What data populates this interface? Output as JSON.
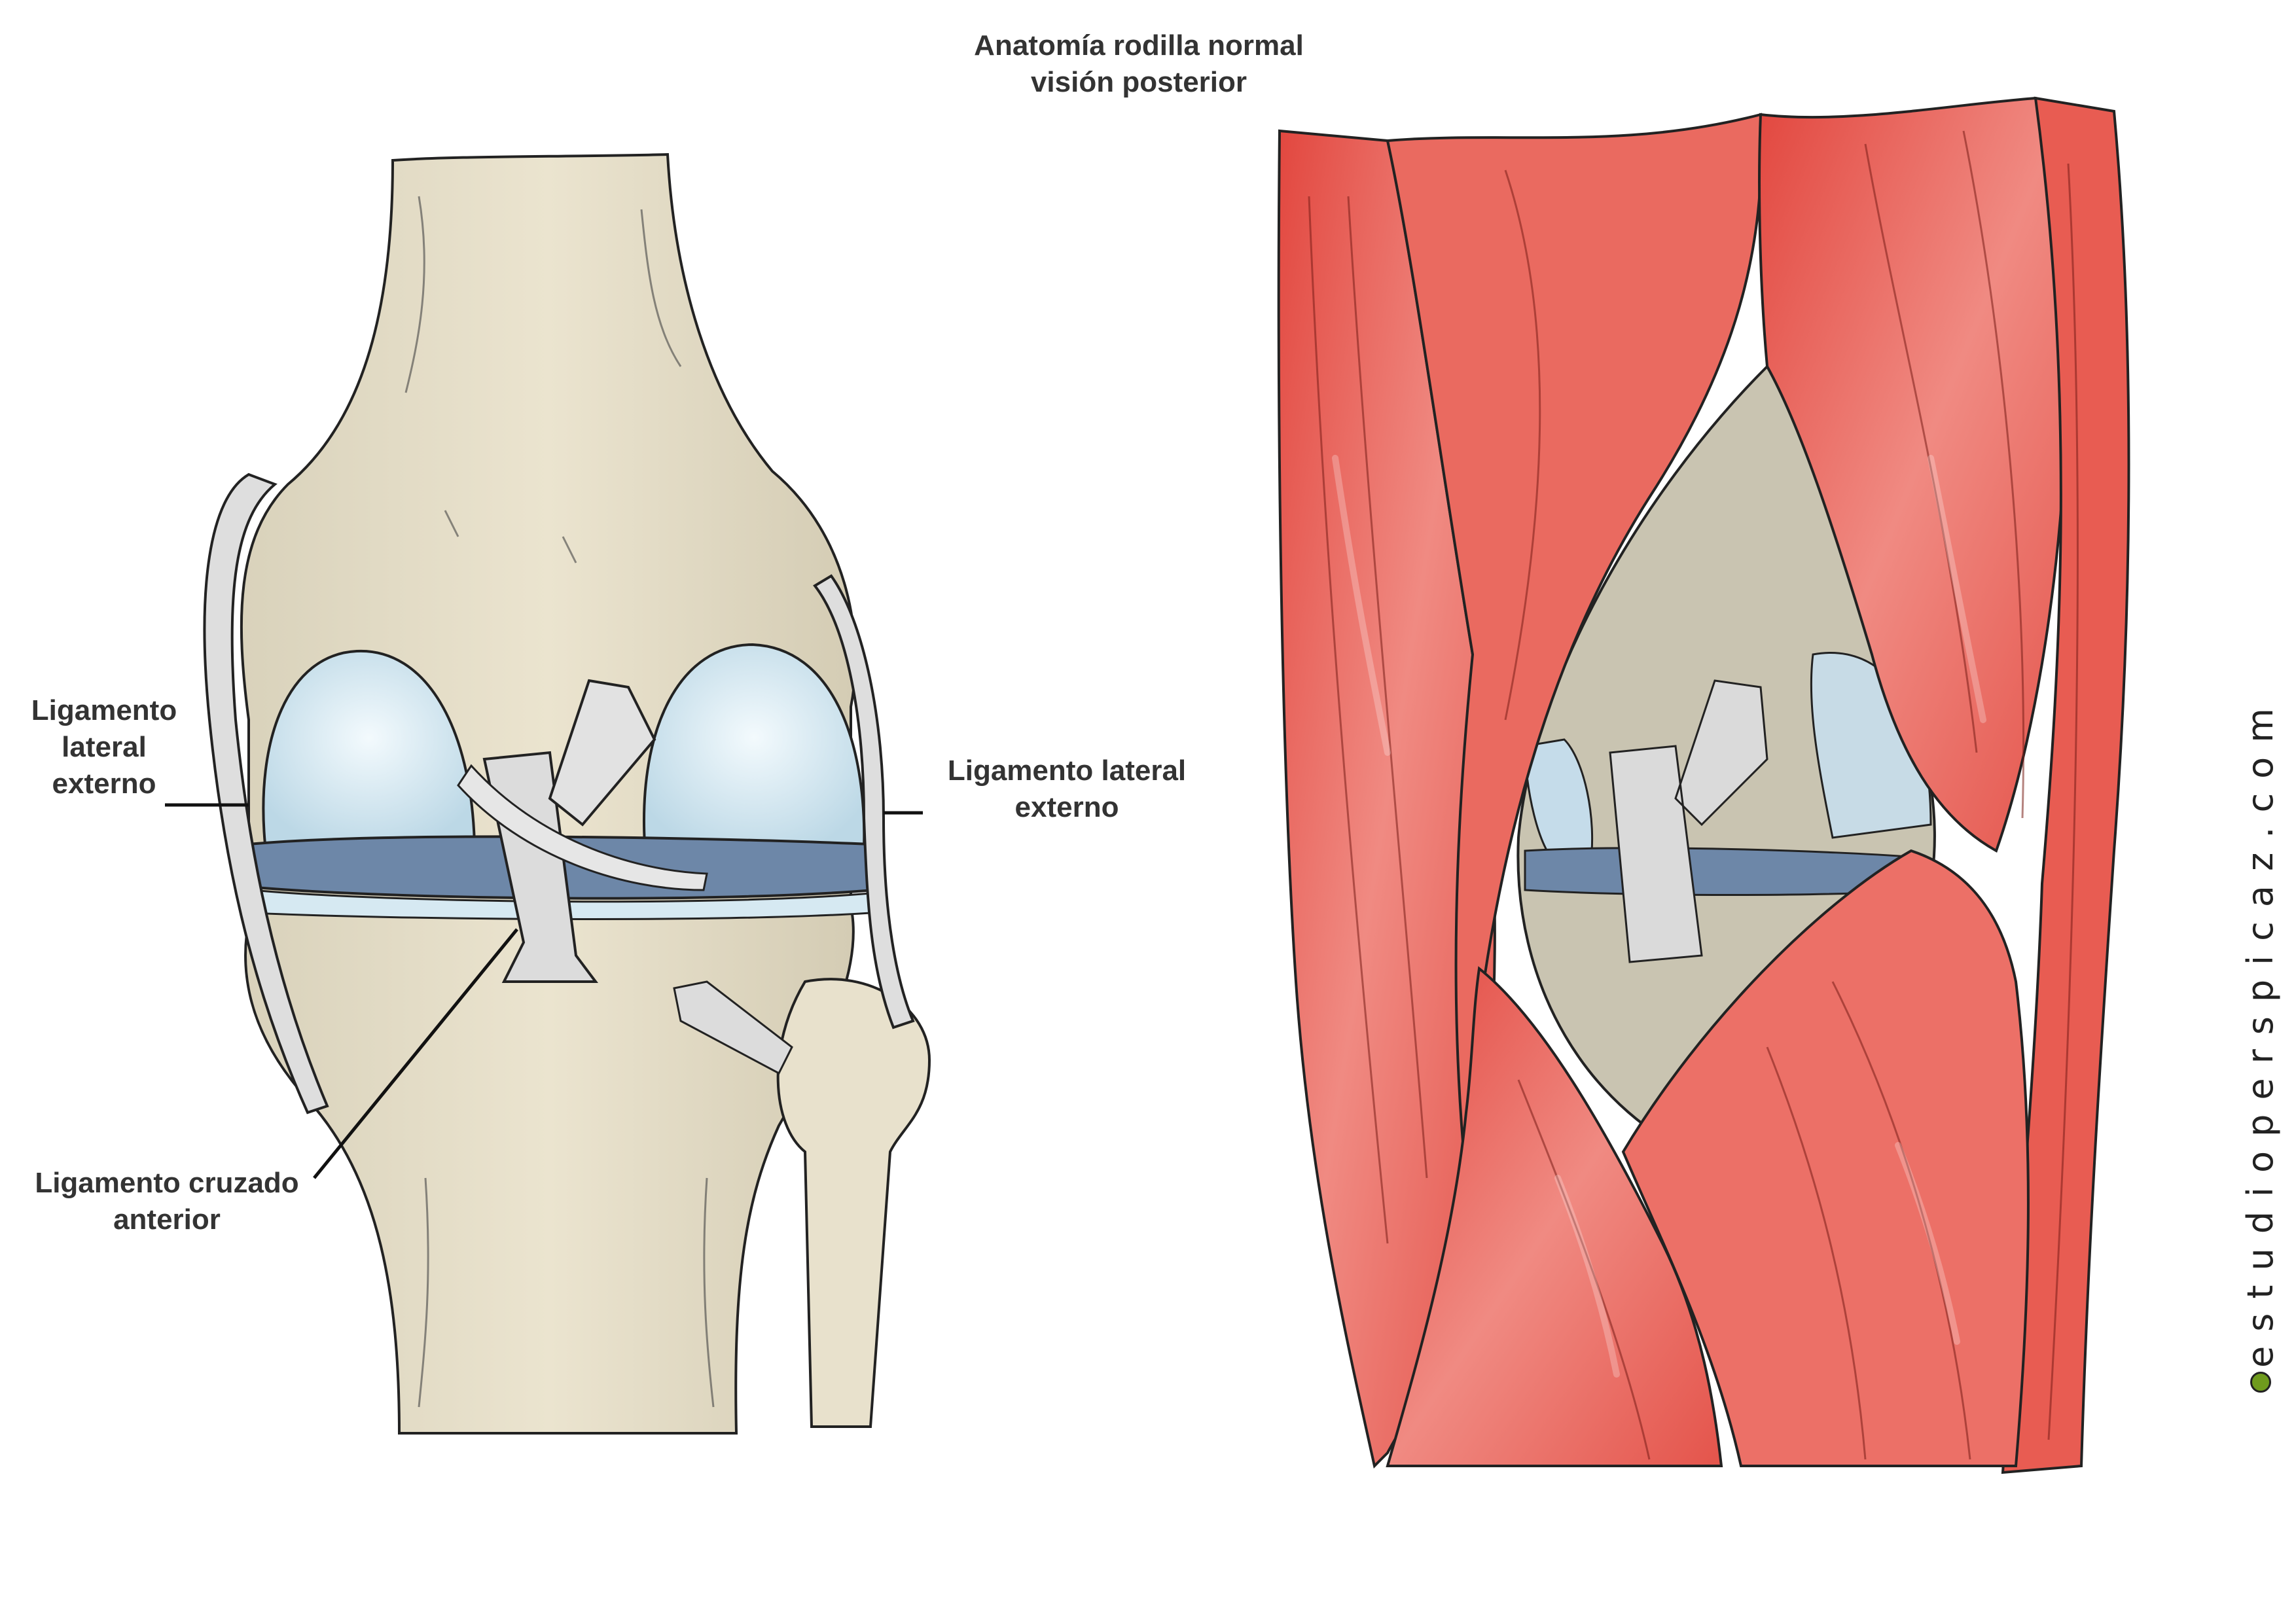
{
  "title_line1": "Anatomía rodilla normal",
  "title_line2": "visión posterior",
  "labels": {
    "left_line1": "Ligamento",
    "left_line2": "lateral",
    "left_line3": "externo",
    "right_line1": "Ligamento lateral",
    "right_line2": "externo",
    "acl_line1": "Ligamento cruzado",
    "acl_line2": "anterior"
  },
  "watermark": "estudioperspicaz.com",
  "colors": {
    "bone": "#e6dfc9",
    "bone_shadow": "#cfc7b0",
    "cartilage": "#d6e9f2",
    "meniscus": "#6d87a8",
    "ligament": "#dddddd",
    "muscle": "#e9584e",
    "muscle_light": "#f29790",
    "watermark_dot": "#6f9b1d"
  }
}
